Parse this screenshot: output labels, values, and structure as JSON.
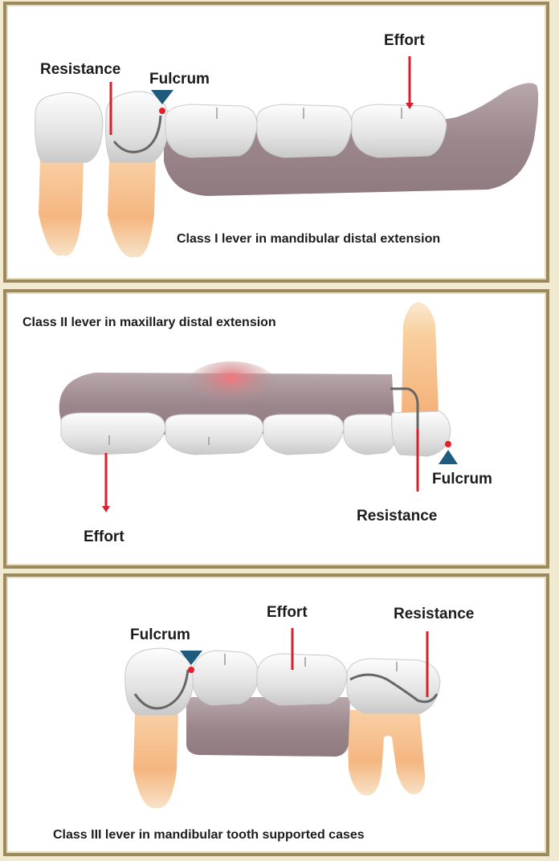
{
  "panels": [
    {
      "caption": "Class I lever in mandibular distal extension",
      "labels": {
        "resistance": "Resistance",
        "fulcrum": "Fulcrum",
        "effort": "Effort"
      }
    },
    {
      "caption": "Class II lever in maxillary distal extension",
      "labels": {
        "resistance": "Resistance",
        "fulcrum": "Fulcrum",
        "effort": "Effort"
      }
    },
    {
      "caption": "Class III lever in mandibular tooth supported cases",
      "labels": {
        "resistance": "Resistance",
        "fulcrum": "Fulcrum",
        "effort": "Effort"
      }
    }
  ],
  "colors": {
    "frame": "#9d8a5c",
    "denture_base": "#a18d92",
    "tooth_enamel": "#e9e9e9",
    "tooth_root": "#f0b486",
    "force_arrow": "#d8202c",
    "fulcrum_marker": "#1f5b7c",
    "clasp": "#6b6b6b"
  }
}
